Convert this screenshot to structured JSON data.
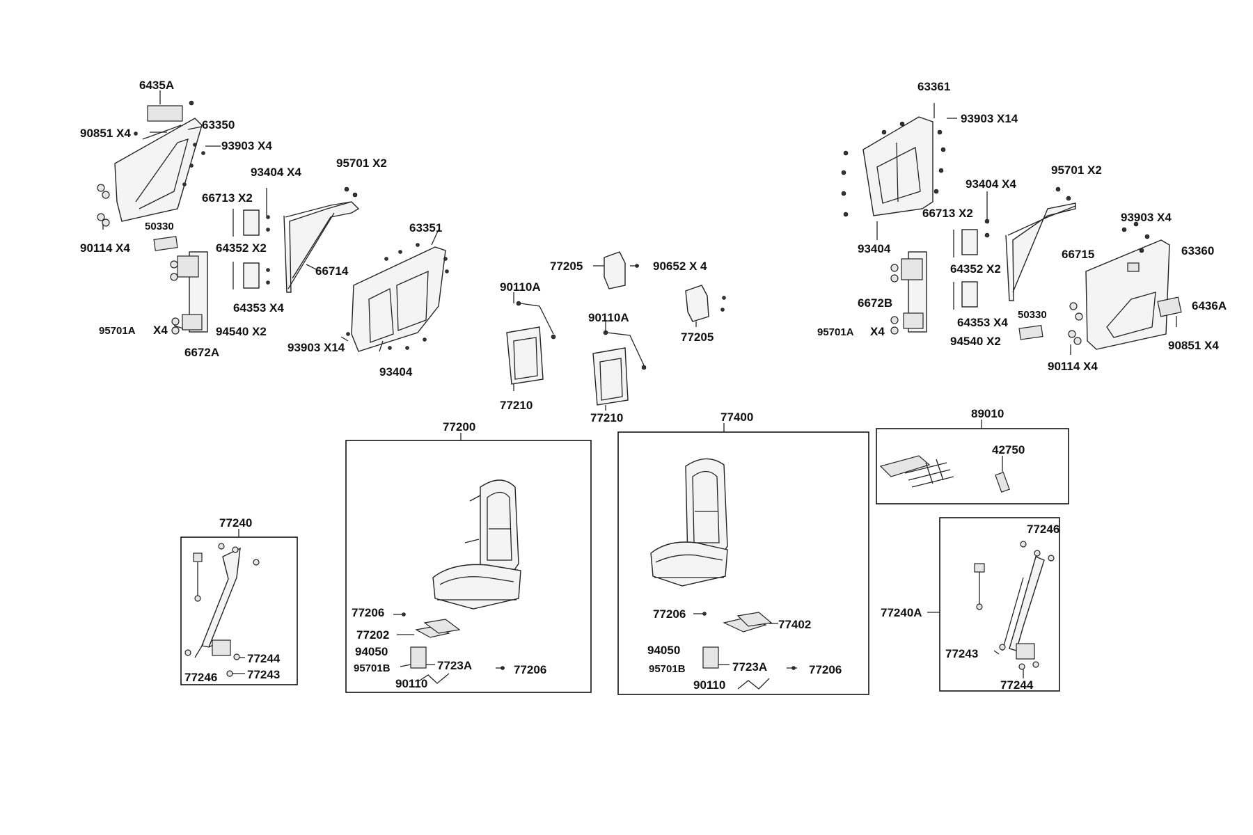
{
  "labels": {
    "l6435A": "6435A",
    "l63350": "63350",
    "l90851x4_left": "90851 X4",
    "l93903x4_left": "93903  X4",
    "l93404x4_left": "93404   X4",
    "l95701x2_left": "95701   X2",
    "l66713x2_left": "66713  X2",
    "l50330_left": "50330",
    "l90114x4_left": "90114 X4",
    "l64352x2_left": "64352 X2",
    "l63351": "63351",
    "l66714": "66714",
    "l64353x4_left": "64353 X4",
    "l95701Ax4_left": "95701A",
    "lx4_left": "X4",
    "l94540x2_left": "94540  X2",
    "l6672A": "6672A",
    "l93903x14_left": "93903  X14",
    "l93404_left_bottom": "93404",
    "l77205_a": "77205",
    "l90652x4": "90652 X 4",
    "l90110A_a": "90110A",
    "l90110A_b": "90110A",
    "l77205_b": "77205",
    "l77210_a": "77210",
    "l77210_b": "77210",
    "l63361": "63361",
    "l93903x14_right": "93903  X14",
    "l93404x4_right": "93404    X4",
    "l95701x2_right": "95701   X2",
    "l66713x2_right": "66713 X2",
    "l93903x4_right": "93903   X4",
    "l93404_right": "93404",
    "l66715": "66715",
    "l63360": "63360",
    "l64352x2_right": "64352 X2",
    "l6672B": "6672B",
    "l50330_right": "50330",
    "l6436A": "6436A",
    "l64353x4_right": "64353 X4",
    "l95701Ax4_right": "95701A",
    "lx4_right": "X4",
    "l94540x2_right": "94540  X2",
    "l90851x4_right": "90851 X4",
    "l90114x4_right": "90114 X4",
    "l77200": "77200",
    "l77400": "77400",
    "l89010": "89010",
    "l42750": "42750",
    "l77240": "77240",
    "l77240A": "77240A",
    "l77246_right": "77246",
    "l77206_a": "77206",
    "l77202": "77202",
    "l94050_a": "94050",
    "l95701B_a": "95701B",
    "l7723A_a": "7723A",
    "l77206_b": "77206",
    "l90110_a": "90110",
    "l77206_c": "77206",
    "l77402": "77402",
    "l94050_b": "94050",
    "l95701B_b": "95701B",
    "l7723A_b": "7723A",
    "l77206_d": "77206",
    "l90110_b": "90110",
    "l77244_left": "77244",
    "l77246_left": "77246",
    "l77243_left": "77243",
    "l77243_right": "77243",
    "l77244_right": "77244"
  },
  "colors": {
    "ink": "#111111",
    "paper": "#ffffff"
  }
}
